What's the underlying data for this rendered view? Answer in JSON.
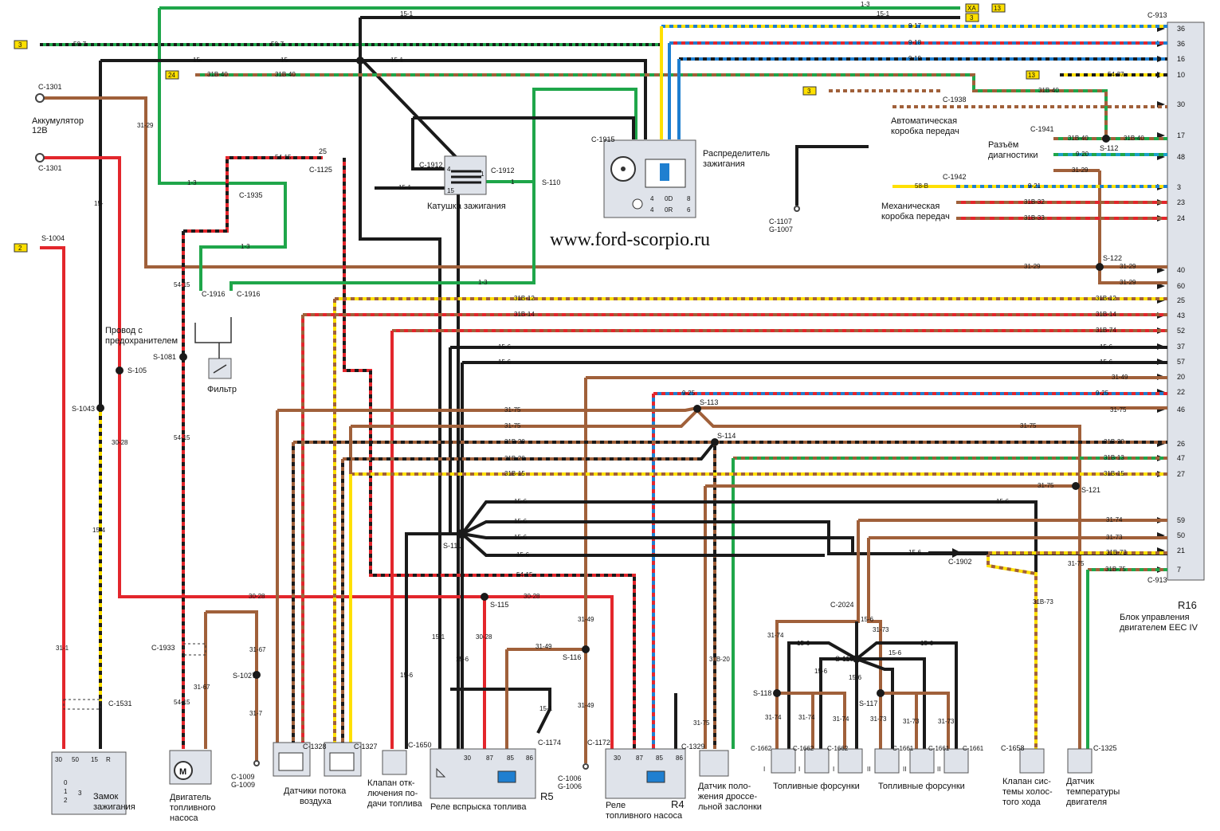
{
  "watermark": "www.ford-scorpio.ru",
  "colors": {
    "black": "#1a1a1a",
    "green": "#1fa64a",
    "red": "#e3262c",
    "brown": "#a0603a",
    "yellow": "#ffe000",
    "blue": "#1f7fd0",
    "cyan": "#1aa0c8",
    "ecu": "#dfe3ea"
  },
  "ecu": {
    "ref": "R16",
    "name_line1": "Блок управления",
    "name_line2": "двигателем EEC IV",
    "connector_top": "C-913",
    "connector_bottom": "C-913",
    "pins": [
      {
        "pin": "36",
        "wire": "9-17",
        "colors": [
          "blue",
          "yellow"
        ]
      },
      {
        "pin": "36",
        "wire": "9-18",
        "colors": [
          "blue",
          "red"
        ]
      },
      {
        "pin": "16",
        "wire": "9-19",
        "colors": [
          "blue",
          "black"
        ]
      },
      {
        "pin": "10",
        "wire": "54-37",
        "colors": [
          "yellow",
          "black"
        ]
      },
      {
        "pin": "30",
        "wire": "",
        "colors": [
          "brown",
          "white"
        ]
      },
      {
        "pin": "17",
        "wire": "31B-40",
        "colors": [
          "green",
          "brown"
        ]
      },
      {
        "pin": "48",
        "wire": "9-20",
        "colors": [
          "cyan",
          "green"
        ]
      },
      {
        "pin": "3",
        "wire": "9-21",
        "colors": [
          "blue",
          "yellow"
        ]
      },
      {
        "pin": "23",
        "wire": "31B-32",
        "colors": [
          "red",
          "brown"
        ]
      },
      {
        "pin": "24",
        "wire": "31B-33",
        "colors": [
          "red",
          "brown"
        ]
      },
      {
        "pin": "40",
        "wire": "31-29",
        "colors": [
          "brown"
        ]
      },
      {
        "pin": "60",
        "wire": "31-29",
        "colors": [
          "brown"
        ]
      },
      {
        "pin": "25",
        "wire": "31B-12",
        "colors": [
          "yellow",
          "brown"
        ]
      },
      {
        "pin": "43",
        "wire": "31B-14",
        "colors": [
          "red",
          "brown"
        ]
      },
      {
        "pin": "52",
        "wire": "31B-74",
        "colors": [
          "red",
          "brown"
        ]
      },
      {
        "pin": "37",
        "wire": "15-6",
        "colors": [
          "black"
        ]
      },
      {
        "pin": "57",
        "wire": "15-6",
        "colors": [
          "black"
        ]
      },
      {
        "pin": "20",
        "wire": "31-49",
        "colors": [
          "brown"
        ]
      },
      {
        "pin": "22",
        "wire": "9-25",
        "colors": [
          "blue",
          "red"
        ]
      },
      {
        "pin": "46",
        "wire": "31-75",
        "colors": [
          "brown"
        ]
      },
      {
        "pin": "26",
        "wire": "31B-20",
        "colors": [
          "black",
          "brown"
        ]
      },
      {
        "pin": "47",
        "wire": "31B-13",
        "colors": [
          "green",
          "brown"
        ]
      },
      {
        "pin": "27",
        "wire": "31B-15",
        "colors": [
          "yellow",
          "brown"
        ]
      },
      {
        "pin": "59",
        "wire": "31-74",
        "colors": [
          "brown"
        ]
      },
      {
        "pin": "50",
        "wire": "31-73",
        "colors": [
          "brown"
        ]
      },
      {
        "pin": "21",
        "wire": "31B-73",
        "colors": [
          "yellow",
          "brown"
        ]
      },
      {
        "pin": "7",
        "wire": "31B-75",
        "colors": [
          "green",
          "brown"
        ]
      }
    ]
  },
  "markers": {
    "m3a": "3",
    "m24": "24",
    "m2": "2",
    "m3b": "3",
    "m13a": "13",
    "m13b": "13",
    "m3top": "3",
    "mXA": "XA"
  },
  "labels": {
    "battery": "Аккумулятор",
    "battery_v": "12В",
    "c1301a": "C-1301",
    "c1301b": "C-1301",
    "s1004": "S-1004",
    "fuse_wire1": "Провод с",
    "fuse_wire2": "предохранителем",
    "s105": "S-105",
    "s1043": "S-1043",
    "s1081": "S-1081",
    "c1935": "C-1935",
    "c1125": "C-1125",
    "fuse25": "25",
    "c1916a": "C-1916",
    "c1916b": "C-1916",
    "filter": "Фильтр",
    "c1912a": "C-1912",
    "c1912b": "C-1912",
    "s110": "S-110",
    "coil": "Катушка зажигания",
    "c1915": "C-1915",
    "distributor1": "Распределитель",
    "distributor2": "зажигания",
    "c1107": "C-1107",
    "g1007": "G-1007",
    "c1938": "C-1938",
    "auto_gb1": "Автоматическая",
    "auto_gb2": "коробка передач",
    "c1941": "C-1941",
    "diag1": "Разъём",
    "diag2": "диагностики",
    "s112": "S-112",
    "c1942": "C-1942",
    "man_gb1": "Механическая",
    "man_gb2": "коробка передач",
    "s122": "S-122",
    "s113": "S-113",
    "s114": "S-114",
    "s121": "S-121",
    "s111": "S-111",
    "s115": "S-115",
    "s116": "S-116",
    "c1902": "C-1902",
    "c2024": "C-2024",
    "s119": "S-119",
    "s118": "S-118",
    "s117": "S-117",
    "c1933": "C-1933",
    "s1027": "S-1027",
    "c1009": "C-1009",
    "g1009": "G-1009",
    "c1531": "C-1531",
    "c1328": "C-1328",
    "c1327": "C-1327",
    "c1650": "C-1650",
    "c1174": "C-1174",
    "c1172": "C-1172",
    "c1006": "C-1006",
    "g1006": "G-1006",
    "c1329": "C-1329",
    "c1662a": "C-1662",
    "c1662b": "C-1662",
    "c1662c": "C-1662",
    "c1661a": "C-1661",
    "c1661b": "C-1661",
    "c1661c": "C-1661",
    "c1658": "C-1658",
    "c1325": "C-1325",
    "ign_lock1": "Замок",
    "ign_lock2": "зажигания",
    "pump1": "Двигатель",
    "pump2": "топливного",
    "pump3": "насоса",
    "maf1": "Датчики потока",
    "maf2": "воздуха",
    "valve1": "Клапан отк-",
    "valve2": "лючения по-",
    "valve3": "дачи топлива",
    "relay_boost": "Реле вспрыска топлива",
    "r5": "R5",
    "relay_pump1": "Реле",
    "relay_pump2": "топливного насоса",
    "r4": "R4",
    "tps1": "Датчик поло-",
    "tps2": "жения дроссе-",
    "tps3": "льной заслонки",
    "inj1": "Топливные форсунки",
    "inj2": "Топливные форсунки",
    "iac1": "Клапан сис-",
    "iac2": "темы холос-",
    "iac3": "того хода",
    "ect1": "Датчик",
    "ect2": "температуры",
    "ect3": "двигателя"
  },
  "wires": {
    "w13": "1-3",
    "w151": "15-1",
    "w507": "50-7",
    "w507b": "50-7",
    "w15": "15-",
    "w15b": "15-",
    "w151b": "15-1",
    "w31b40": "31B-40",
    "w31b40b": "31B-40",
    "w3129": "31-29",
    "w15v": "15-",
    "w13b": "1-3",
    "w5415": "54-15",
    "w13c": "1-3",
    "w13d": "1-3",
    "w5415b": "54-15",
    "w5415c": "54-15",
    "w151c": "15-1",
    "w3028": "30-28",
    "w154": "15-4",
    "w311": "31-1",
    "w31b40c": "31B-40",
    "w31b40d": "31B-40",
    "w920": "9-20",
    "w58b": "58-B",
    "w921": "9-21",
    "w31b32": "31B-32",
    "w31b33": "31B-33",
    "w3129b": "31-29",
    "w3129c": "31-29",
    "w3129d": "31-29",
    "w5437": "54-37",
    "w917": "9-17",
    "w918": "9-18",
    "w919": "9-19",
    "w31b12": "31B-12",
    "w31b14": "31B-14",
    "w156": "15-6",
    "w156b": "15-6",
    "w3175": "31-75",
    "w3175b": "31-75",
    "w31b20": "31B-20",
    "w31b20b": "31B-20",
    "w31b15": "31B-15",
    "w925": "9-25",
    "w156c": "15-6",
    "w156d": "15-6",
    "w156e": "15-6",
    "w156f": "15-6",
    "w5415d": "54-15",
    "w3028b": "30-28",
    "w3028c": "30-28",
    "w3149": "31-49",
    "w3149b": "31-49",
    "w3149c": "31-49",
    "w151d": "15-1",
    "w156g": "15-6",
    "w156h": "15-6",
    "w156i": "15-6",
    "w3167": "31-67",
    "w3167b": "31-67",
    "w317": "31-7",
    "w5415e": "54-15",
    "w31b20c": "31B-20",
    "w3175c": "31-75",
    "w31b73": "31B-73",
    "w3175d": "31-75",
    "w3174": "31-74",
    "w3173": "31-73",
    "w156j": "15-6",
    "w156k": "15-6",
    "w156l": "15-6",
    "w156m": "15-6",
    "w3174b": "31-74",
    "w3174c": "31-74",
    "w3174d": "31-74",
    "w3173b": "31-73",
    "w3173c": "31-73",
    "w3173d": "31-73",
    "w156n": "15-6",
    "w156o": "15-6",
    "w3175e": "31-75",
    "w31b13": "31B-13",
    "w31b15b": "31B-15",
    "w31b74": "31B-74",
    "w31b75": "31B-75",
    "w3174e": "31-74",
    "w3173e": "31-73",
    "w31b73b": "31B-73",
    "w156p": "15-6",
    "w3129e": "31-29",
    "w3149d": "31-49",
    "w925b": "9-25",
    "w3175f": "31-75",
    "w31b20d": "31B-20",
    "w31b12b": "31B-12",
    "w31b14b": "31B-14",
    "w156q": "15-6",
    "w156r": "15-6",
    "w13e": "1-3",
    "w151e": "15-1"
  },
  "pins": {
    "p4": "4",
    "p1": "1",
    "p15": "15",
    "p1b": "1",
    "d4": "4",
    "d4b": "4",
    "d0d": "0D",
    "d0r": "0R",
    "d8": "8",
    "d6": "6",
    "lock30": "30",
    "lock50": "50",
    "lock15": "15",
    "lockR": "R",
    "lk0": "0",
    "lk1": "1",
    "lk2": "2",
    "lk3": "3",
    "r30": "30",
    "r87": "87",
    "r85": "85",
    "r86": "86",
    "q30": "30",
    "q87": "87",
    "q85": "85",
    "q86": "86",
    "inj_i1": "I",
    "inj_i2": "I",
    "inj_i3": "I",
    "inj_ii1": "II",
    "inj_ii2": "II",
    "inj_ii3": "II"
  }
}
